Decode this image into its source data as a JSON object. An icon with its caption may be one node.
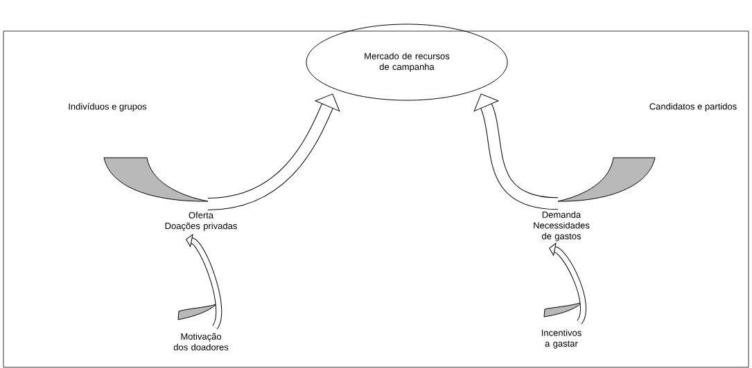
{
  "diagram": {
    "nodes": [
      {
        "text": [
          "Mercado de recursos de campanha"
        ]
      },
      {
        "text": [
          "Indivíduos e grupos"
        ]
      },
      {
        "text": [
          "Candidatos e partidos"
        ]
      },
      {
        "text": [
          "Oferta",
          "Doações privadas"
        ]
      },
      {
        "text": [
          "Demanda",
          "Necessidades de gastos"
        ]
      },
      {
        "text": [
          "Motivação dos doadores"
        ]
      },
      {
        "text": [
          "Incentivos a gastar"
        ]
      }
    ],
    "edges": [
      {
        "from": 3,
        "to": 0,
        "arrow": "to",
        "style": "thick"
      },
      {
        "from": 4,
        "to": 0,
        "arrow": "to",
        "style": "thick"
      },
      {
        "from": 5,
        "to": 3,
        "arrow": "to"
      },
      {
        "from": 6,
        "to": 4,
        "arrow": "to"
      }
    ]
  }
}
